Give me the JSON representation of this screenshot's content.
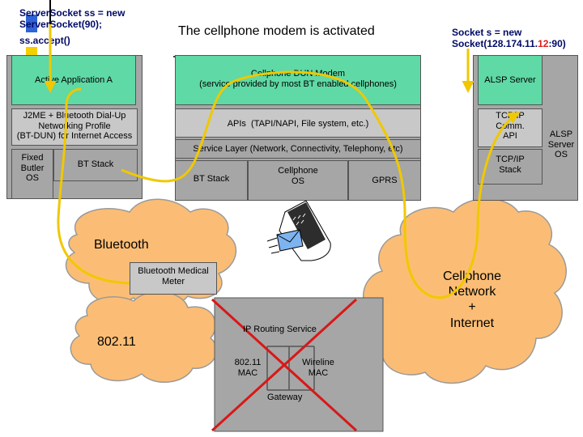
{
  "server_code": {
    "line1": "ServerSocket ss = new",
    "line2": "ServerSocket(90);",
    "line3": "ss.accept()"
  },
  "headline": "The cellphone modem is activated",
  "client_code": {
    "line1": "Socket s = new",
    "line2_prefix": "Socket(128.174.11.",
    "line2_red": "12",
    "line2_suffix": ":90)"
  },
  "left_stack": {
    "app": "Active Application A",
    "profile": "J2ME + Bluetooth Dial-Up\nNetworking Profile\n(BT-DUN) for Internet Access",
    "os": "Fixed\nButler\nOS",
    "bt_stack": "BT Stack"
  },
  "middle_stack": {
    "modem": "Cellphone DUN Modem\n(service provided by most BT enabled cellphones)",
    "apis": "APIs  (TAPI/NAPI, File system, etc.)",
    "service_layer": "Service Layer (Network, Connectivity, Telephony, etc)",
    "bt_stack": "BT Stack",
    "os": "Cellphone\nOS",
    "gprs": "GPRS"
  },
  "right_stack": {
    "server": "ALSP Server",
    "comm_api": "TCP/IP\nComm.\nAPI",
    "tcp_stack": "TCP/IP\nStack",
    "os": "ALSP\nServer\nOS"
  },
  "clouds": {
    "bluetooth": "Bluetooth",
    "wifi": "802.11",
    "cellular": "Cellphone\nNetwork\n+\nInternet"
  },
  "medical_meter": "Bluetooth Medical\nMeter",
  "gateway": {
    "routing": "IP Routing Service",
    "mac_8021": "802.11\nMAC",
    "wireline": "Wireline\nMAC",
    "label": "Gateway"
  },
  "colors": {
    "path": "#f0c800",
    "cross": "#d81818",
    "highlight": "#f5d000",
    "red_digits": "#e01818",
    "cloud": "#fbbd75",
    "box_green": "#5fd9a5",
    "box_gray": "#a6a6a6"
  }
}
